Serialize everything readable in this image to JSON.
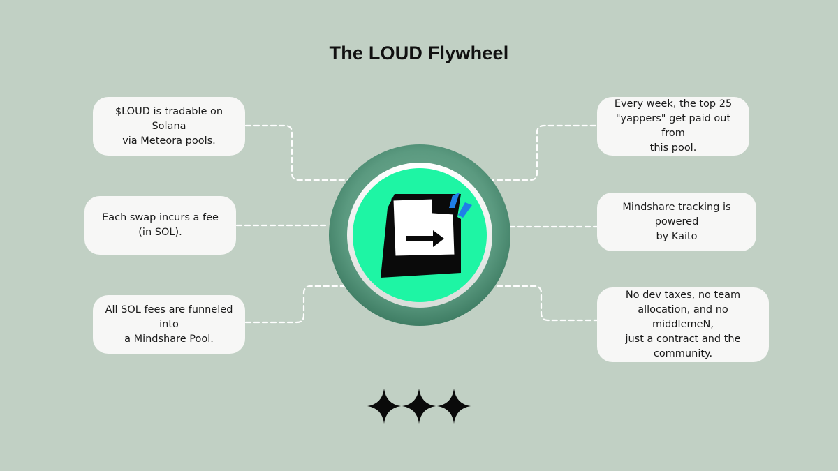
{
  "diagram": {
    "title": "The LOUD Flywheel",
    "left_cards": [
      {
        "lines": [
          "$LOUD is tradable on Solana",
          "via Meteora pools."
        ]
      },
      {
        "lines": [
          "Each swap incurs a fee",
          "(in SOL)."
        ]
      },
      {
        "lines": [
          "All SOL fees are funneled into",
          "a Mindshare Pool."
        ]
      }
    ],
    "right_cards": [
      {
        "lines": [
          "Every week, the top 25",
          "\"yappers\" get paid out from",
          "this pool."
        ]
      },
      {
        "lines": [
          "Mindshare tracking is powered",
          "by Kaito"
        ]
      },
      {
        "lines": [
          "No dev taxes, no team",
          "allocation, and no middlemeN,",
          "just a contract and the",
          "community."
        ]
      }
    ],
    "hub": {
      "icon": "loud-logo-icon"
    },
    "decoration": {
      "icon": "sparkle-stars-icon",
      "count": 3
    },
    "colors": {
      "background": "#c1d0c4",
      "card": "#f7f7f6",
      "hub_outer": "#5b9a80",
      "hub_inner": "#1ef5a4",
      "logo_black": "#0a0a0a",
      "logo_accent": "#1f7fe8",
      "connector": "#ffffff"
    }
  }
}
